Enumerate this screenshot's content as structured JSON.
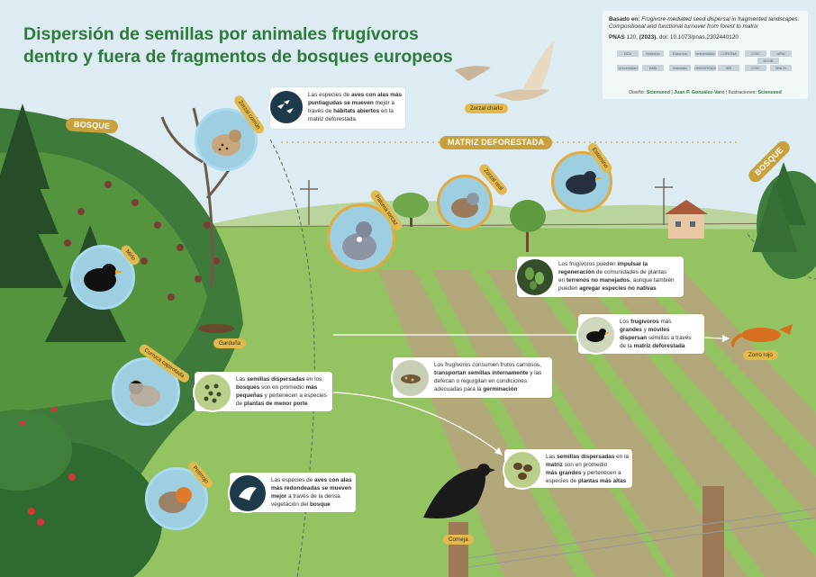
{
  "title": {
    "line1": "Dispersión de semillas por animales frugívoros",
    "line2": "dentro y fuera de fragmentos de bosques europeos"
  },
  "reference": {
    "label": "Basado en:",
    "article": "Frugivore-mediated seed dispersal in fragmented landscapes:",
    "article2": "Compositional and functional turnover from forest to matrix",
    "journal": "PNAS",
    "volume": "120,",
    "year": "(2023).",
    "doi_label": "doi:",
    "doi": "10.1073/pnas.2302440120",
    "logos": [
      "UCA",
      "Estación Biológica",
      "Erasmus",
      "Universidad",
      "CORONA",
      "CSIC",
      "UPM",
      "Universidad de Oviedo",
      "IMIB",
      "Mandalo",
      "UNIVERSIDAD",
      "ABI",
      "CSIC",
      "MNCN",
      "DIGIB"
    ],
    "credits": {
      "design_label": "Diseño:",
      "design": "Scienseed",
      "sep1": "|",
      "author": "Juan P. González-Varo",
      "sep2": "|",
      "illus_label": "Ilustraciones:",
      "illus": "Scienseed"
    }
  },
  "zones": {
    "forest_left": "BOSQUE",
    "matrix": "MATRIZ DEFORESTADA",
    "forest_right": "BOSQUE"
  },
  "species": {
    "zorzal_comun": "Zorzal común",
    "zorzal_charlo": "Zorzal charlo",
    "zorzal_real": "Zorzal real",
    "estornino": "Estornino",
    "paloma_torcaz": "Paloma torcaz",
    "mirlo": "Mirlo",
    "garduna": "Garduña",
    "curruca": "Curruca capirotada",
    "petirrojo": "Petirrojo",
    "zorro": "Zorro rojo",
    "corneja": "Corneja"
  },
  "cards": {
    "wings": {
      "a": "Las especies de ",
      "b": "aves con alas más",
      "c": "puntiagudas se mueven",
      "d": " mejor a",
      "e": "través de ",
      "f": "hábitats abiertos",
      "g": " en la",
      "h": "matriz deforestada"
    },
    "regeneration": {
      "a": "Los frugívoros pueden ",
      "b": "impulsar la",
      "c": "regeneración",
      "d": " de comunidades de plantas",
      "e": "en ",
      "f": "terrenos no manejados",
      "g": ", aunque también",
      "h": "pueden ",
      "i": "agregar especies no nativas"
    },
    "mobile": {
      "a": "Los ",
      "b": "frugívoros",
      "c": " más",
      "d": "grandes",
      "e": " y ",
      "f": "móviles",
      "g": "dispersan",
      "h": " semillas a través",
      "i": "de la ",
      "j": "matriz deforestada"
    },
    "germination": {
      "a": "Los frugívoros consumen frutos carnosos,",
      "b": "transportan semillas internamente",
      "c": " y las",
      "d": "defecan o regurgitan en condiciones",
      "e": "adecuadas para la ",
      "f": "germinación"
    },
    "forest_seeds": {
      "a": "Las ",
      "b": "semillas dispersadas",
      "c": " en los",
      "d": "bosques",
      "e": " son en promedio ",
      "f": "más",
      "g": "pequeñas",
      "h": " y pertenecen a especies",
      "i": "de ",
      "j": "plantas de menor porte"
    },
    "matrix_seeds": {
      "a": "Las ",
      "b": "semillas dispersadas",
      "c": " en la",
      "d": "matriz",
      "e": " son en promedio",
      "f": "más grandes",
      "g": " y pertenecen a",
      "h": "especies de ",
      "i": "plantas más altas"
    },
    "rounded": {
      "a": "Las especies de ",
      "b": "aves con alas",
      "c": "más redondeadas se mueven",
      "d": "mejor",
      "e": " a través de la densa",
      "f": "vegetación del ",
      "g": "bosque"
    }
  },
  "colors": {
    "title": "#2d7a3c",
    "sky": "#dcecf2",
    "grass": "#8dbf5a",
    "field_stripe": "#b3a27a",
    "accent_gold": "#e2a93c",
    "forest_dark": "#2f5a32"
  }
}
